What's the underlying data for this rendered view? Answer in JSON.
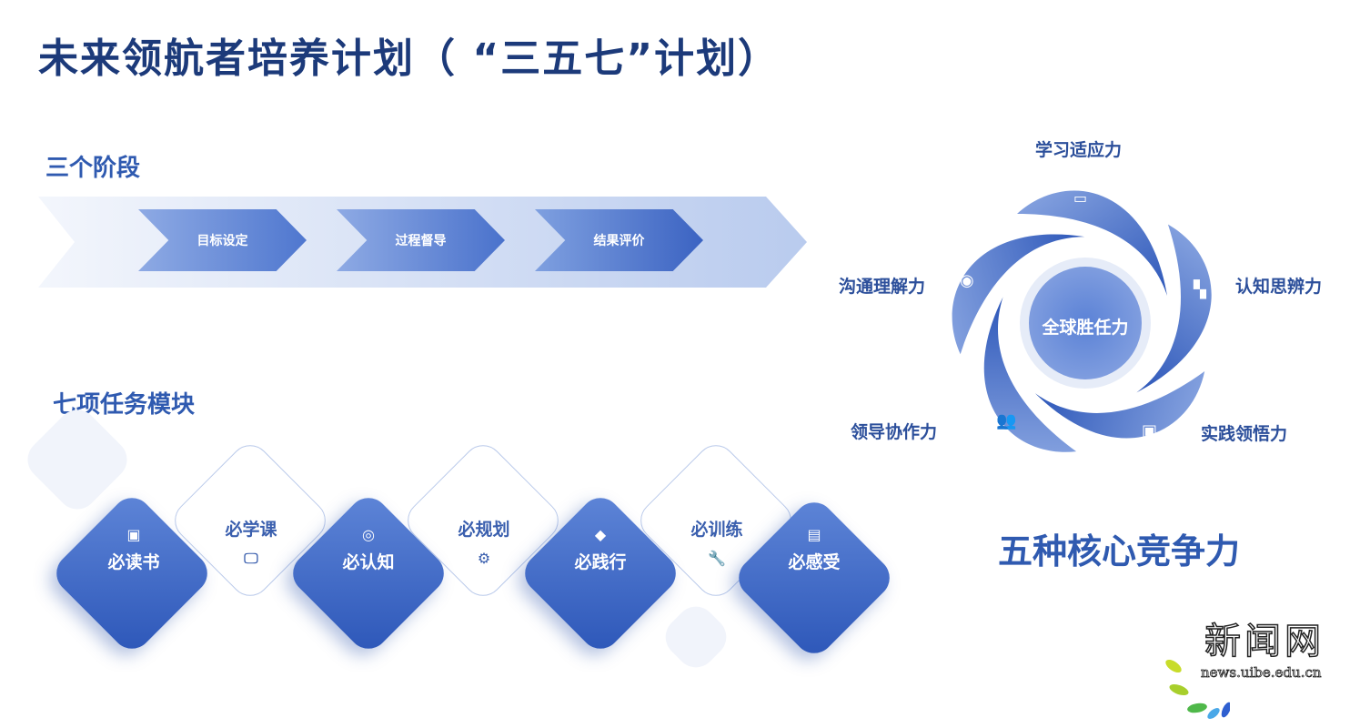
{
  "title": "未来领航者培养计划（ “三五七”计划）",
  "stages": {
    "heading": "三个阶段",
    "items": [
      "目标设定",
      "过程督导",
      "结果评价"
    ]
  },
  "tasks": {
    "heading": "七项任务模块",
    "items": [
      {
        "label": "必读书",
        "icon": "book-icon",
        "style": "filled"
      },
      {
        "label": "必学课",
        "icon": "monitor-icon",
        "style": "outline"
      },
      {
        "label": "必认知",
        "icon": "target-icon",
        "style": "filled"
      },
      {
        "label": "必规划",
        "icon": "gear-icon",
        "style": "outline"
      },
      {
        "label": "必践行",
        "icon": "tag-icon",
        "style": "filled"
      },
      {
        "label": "必训练",
        "icon": "wrench-icon",
        "style": "outline"
      },
      {
        "label": "必感受",
        "icon": "document-icon",
        "style": "filled"
      }
    ]
  },
  "competencies": {
    "center": "全球胜任力",
    "caption": "五种核心竞争力",
    "items": [
      "学习适应力",
      "认知思辨力",
      "实践领悟力",
      "领导协作力",
      "沟通理解力"
    ]
  },
  "logo": {
    "name": "新闻网",
    "url_text": "news.uibe.edu.cn"
  },
  "colors": {
    "primary": "#2f5ab0",
    "dark": "#1c3a7a",
    "light": "#dde6f6"
  }
}
